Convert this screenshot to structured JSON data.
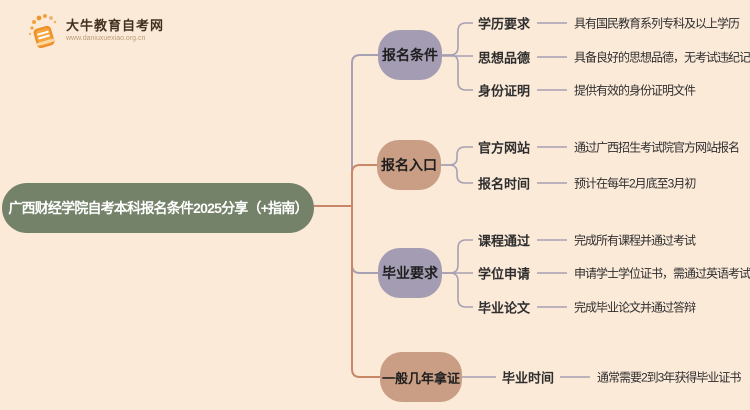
{
  "page": {
    "background": "#fcead9"
  },
  "logo": {
    "title": "大牛教育自考网",
    "url": "www.daniuxuexiao.org.cn",
    "icon": "book-icon",
    "icon_color": "#f0962d"
  },
  "root": {
    "label": "广西财经学院自考本科报名条件2025分享（+指南）",
    "color": "#75826a",
    "text_color": "#ffffff"
  },
  "colors": {
    "branch_purple": "#a49cb2",
    "branch_salmon": "#c99e85",
    "line_gray": "#a7a0b3",
    "line_salmon": "#c9876a",
    "text_dark": "#2e2e2e"
  },
  "branches": [
    {
      "label": "报名条件",
      "color": "#a49cb2",
      "children": [
        {
          "label": "学历要求",
          "desc": "具有国民教育系列专科及以上学历"
        },
        {
          "label": "思想品德",
          "desc": "具备良好的思想品德，无考试违纪记录"
        },
        {
          "label": "身份证明",
          "desc": "提供有效的身份证明文件"
        }
      ]
    },
    {
      "label": "报名入口",
      "color": "#c99e85",
      "children": [
        {
          "label": "官方网站",
          "desc": "通过广西招生考试院官方网站报名"
        },
        {
          "label": "报名时间",
          "desc": "预计在每年2月底至3月初"
        }
      ]
    },
    {
      "label": "毕业要求",
      "color": "#a49cb2",
      "children": [
        {
          "label": "课程通过",
          "desc": "完成所有课程并通过考试"
        },
        {
          "label": "学位申请",
          "desc": "申请学士学位证书，需通过英语考试"
        },
        {
          "label": "毕业论文",
          "desc": "完成毕业论文并通过答辩"
        }
      ]
    },
    {
      "label": "一般几年拿证",
      "color": "#c99e85",
      "children": [
        {
          "label": "毕业时间",
          "desc": "通常需要2到3年获得毕业证书"
        }
      ]
    }
  ]
}
